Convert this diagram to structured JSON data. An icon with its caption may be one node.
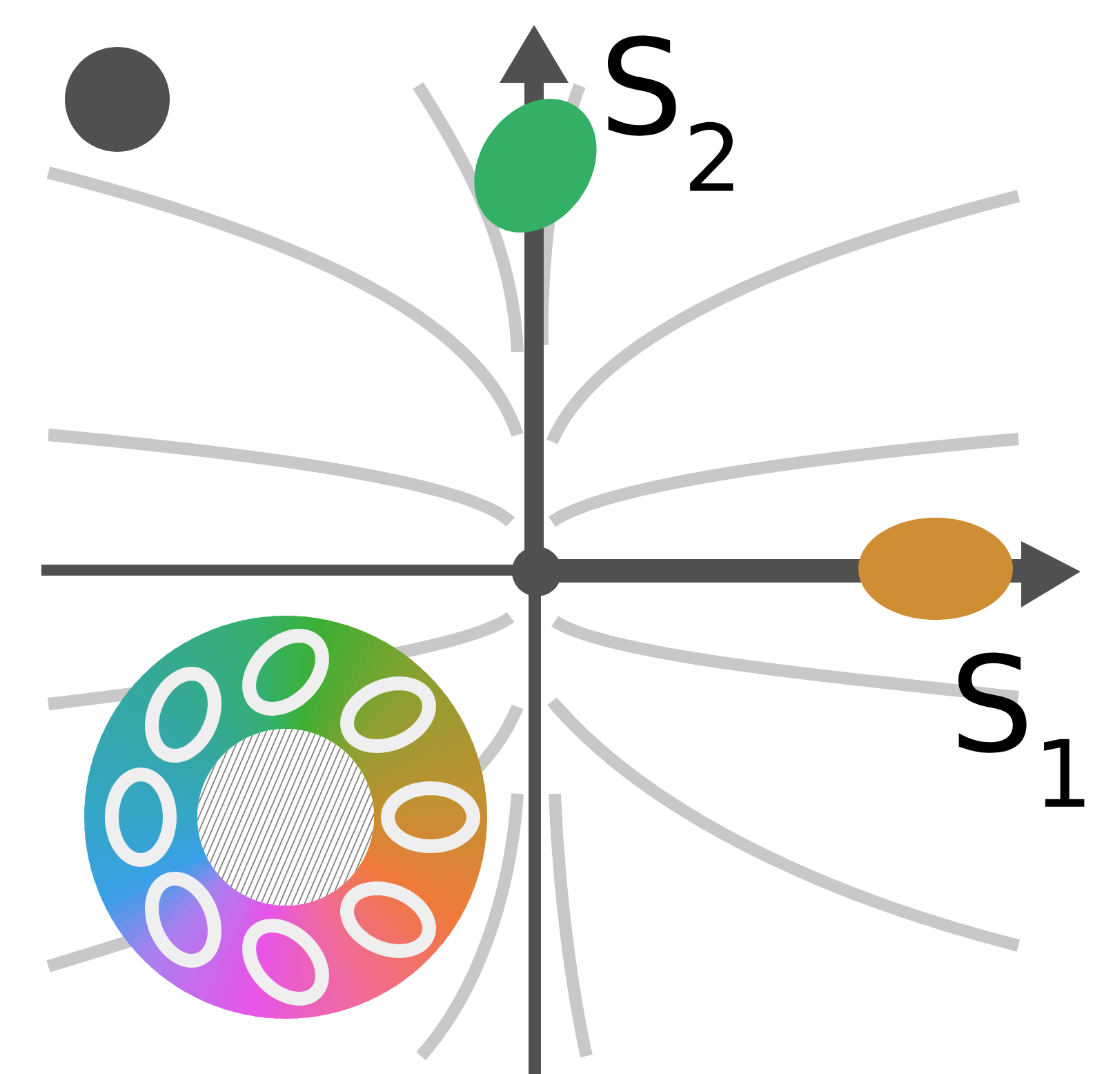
{
  "diagram": {
    "nodes": [
      {
        "text": [],
        "shape": "circle"
      },
      {
        "text": [],
        "shape": "ellipse"
      },
      {
        "text": [],
        "shape": "ellipse"
      }
    ],
    "labels": [
      "S$_{2}$",
      "S$_{1}$"
    ]
  }
}
